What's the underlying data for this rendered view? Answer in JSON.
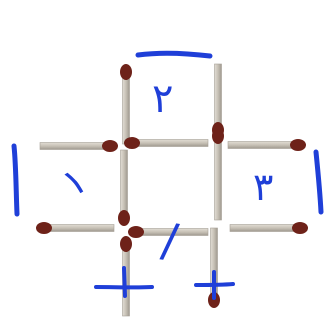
{
  "puzzle": {
    "matches_count": 12,
    "stick_color": "#c9c3b8",
    "stick_edge_color": "#a59f95",
    "head_color": "#6e2219",
    "ink_color": "#1f3fd8",
    "labels": {
      "left": "١",
      "top": "٢",
      "right": "٣",
      "center": "/"
    }
  }
}
